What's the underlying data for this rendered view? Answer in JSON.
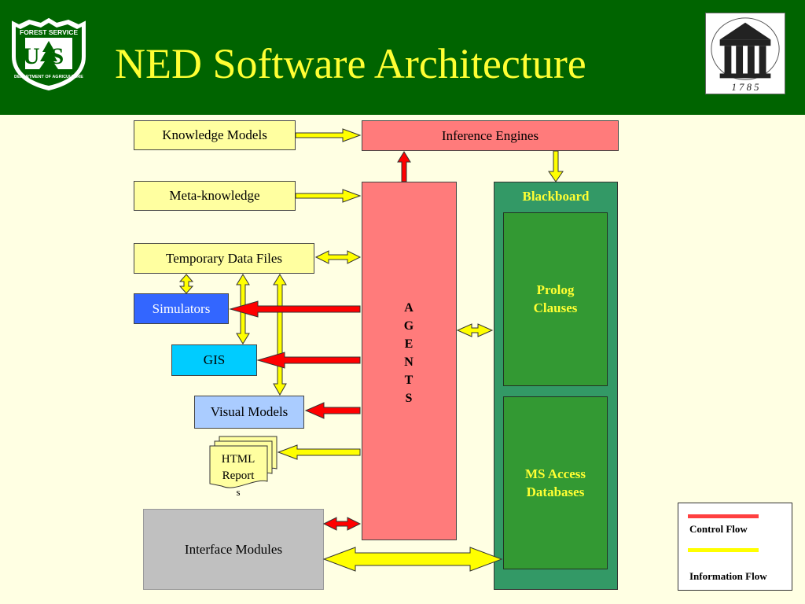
{
  "title": "NED Software Architecture",
  "logos": {
    "left_top_text": "FOREST SERVICE",
    "left_bottom_text": "DEPARTMENT OF AGRICULTURE",
    "left_initials": "US",
    "right_year": "1 7 8 5"
  },
  "boxes": {
    "knowledge_models": "Knowledge Models",
    "meta_knowledge": "Meta-knowledge",
    "temporary_data_files": "Temporary Data Files",
    "simulators": "Simulators",
    "gis": "GIS",
    "visual_models": "Visual Models",
    "html_reports": [
      "HTML",
      "Report",
      "s"
    ],
    "interface_modules": "Interface Modules",
    "inference_engines": "Inference Engines",
    "agents": [
      "A",
      "G",
      "E",
      "N",
      "T",
      "S"
    ],
    "blackboard": "Blackboard",
    "prolog_clauses": [
      "Prolog",
      "Clauses"
    ],
    "ms_access_databases": [
      "MS Access",
      "Databases"
    ]
  },
  "legend": {
    "control_flow": "Control Flow",
    "information_flow": "Information Flow"
  },
  "colors": {
    "header_green": "#006400",
    "title_yellow": "#ffff33",
    "background": "#ffffe3",
    "control_flow": "#ff4040",
    "information_flow": "#ffff00",
    "simulators_blue": "#3366ff",
    "gis_cyan": "#00ccff",
    "visual_models_blue": "#aaccff",
    "interface_gray": "#c0c0c0",
    "blackboard_green": "#339966"
  }
}
